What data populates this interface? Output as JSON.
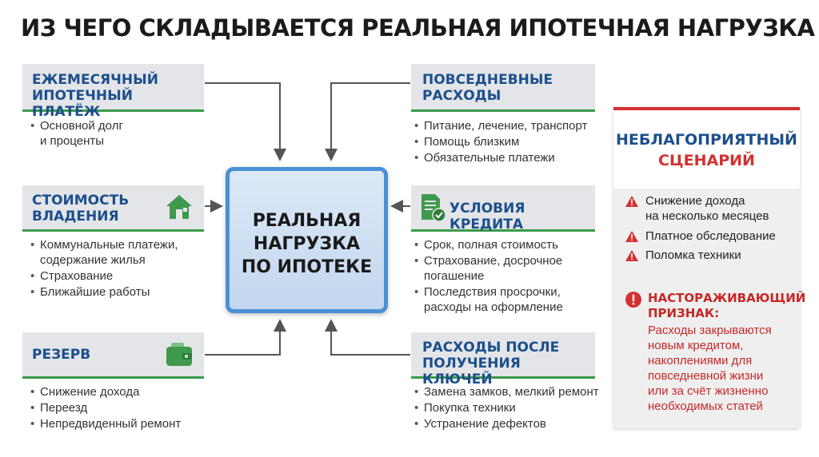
{
  "title": "ИЗ ЧЕГО СКЛАДЫВАЕТСЯ РЕАЛЬНАЯ ИПОТЕЧНАЯ НАГРУЗКА",
  "center": {
    "label": "РЕАЛЬНАЯ\nНАГРУЗКА\nПО ИПОТЕКЕ"
  },
  "blocks": {
    "monthly": {
      "title": "ЕЖЕМЕСЯЧНЫЙ\nИПОТЕЧНЫЙ ПЛАТЁЖ",
      "items": [
        "Основной долг\nи проценты"
      ]
    },
    "ownership": {
      "title": "СТОИМОСТЬ\nВЛАДЕНИЯ",
      "icon": "house-icon",
      "items": [
        "Коммунальные платежи,\nсодержание жилья",
        "Страхование",
        "Ближайшие работы"
      ]
    },
    "reserve": {
      "title": "РЕЗЕРВ",
      "icon": "wallet-icon",
      "items": [
        "Снижение дохода",
        "Переезд",
        "Непредвиденный ремонт"
      ]
    },
    "daily": {
      "title": "ПОВСЕДНЕВНЫЕ\nРАСХОДЫ",
      "items": [
        "Питание, лечение, транспорт",
        "Помощь близким",
        "Обязательные платежи"
      ]
    },
    "credit": {
      "title": "УСЛОВИЯ КРЕДИТА",
      "icon": "document-check-icon",
      "items": [
        "Срок, полная стоимость",
        "Страхование, досрочное\nпогашение",
        "Последствия просрочки,\nрасходы на оформление"
      ]
    },
    "after_keys": {
      "title": "РАСХОДЫ ПОСЛЕ\nПОЛУЧЕНИЯ КЛЮЧЕЙ",
      "items": [
        "Замена замков, мелкий ремонт",
        "Покупка техники",
        "Устранение дефектов"
      ]
    }
  },
  "scenario": {
    "title_line1": "НЕБЛАГОПРИЯТНЫЙ",
    "title_line2": "СЦЕНАРИЙ",
    "risks": [
      "Снижение дохода\nна несколько месяцев",
      "Платное обследование",
      "Поломка техники"
    ],
    "alert_title": "НАСТОРАЖИВАЮЩИЙ\nПРИЗНАК:",
    "alert_text": "Расходы закрываются\nновым кредитом,\nнакоплениями для\nповседневной жизни\nили за счёт жизненно\nнеобходимых статей"
  },
  "colors": {
    "header_text": "#1c4f8c",
    "accent_green": "#3a9a4a",
    "center_border": "#4a90d6",
    "alert_red": "#d23232",
    "arrow": "#555555"
  }
}
